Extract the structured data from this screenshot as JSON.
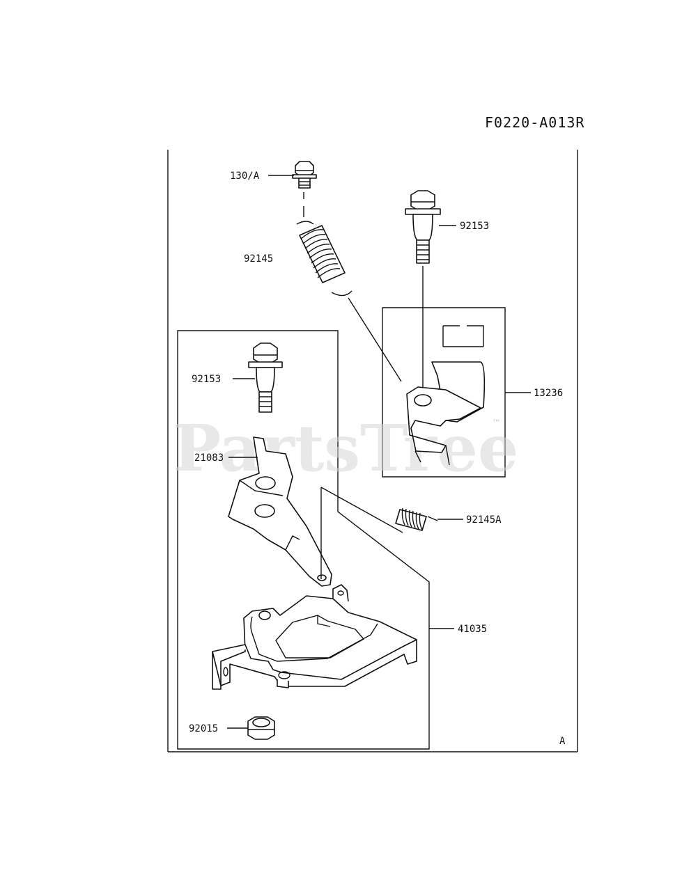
{
  "diagram_code": "F0220-A013R",
  "watermark": {
    "text": "PartsTree",
    "trademark": "™"
  },
  "corner_mark": "A",
  "parts": [
    {
      "id": "p1",
      "label": "130/A"
    },
    {
      "id": "p2",
      "label": "92145"
    },
    {
      "id": "p3",
      "label": "92153"
    },
    {
      "id": "p4",
      "label": "13236"
    },
    {
      "id": "p5",
      "label": "92153"
    },
    {
      "id": "p6",
      "label": "21083"
    },
    {
      "id": "p7",
      "label": "92145A"
    },
    {
      "id": "p8",
      "label": "41035"
    },
    {
      "id": "p9",
      "label": "92015"
    }
  ]
}
